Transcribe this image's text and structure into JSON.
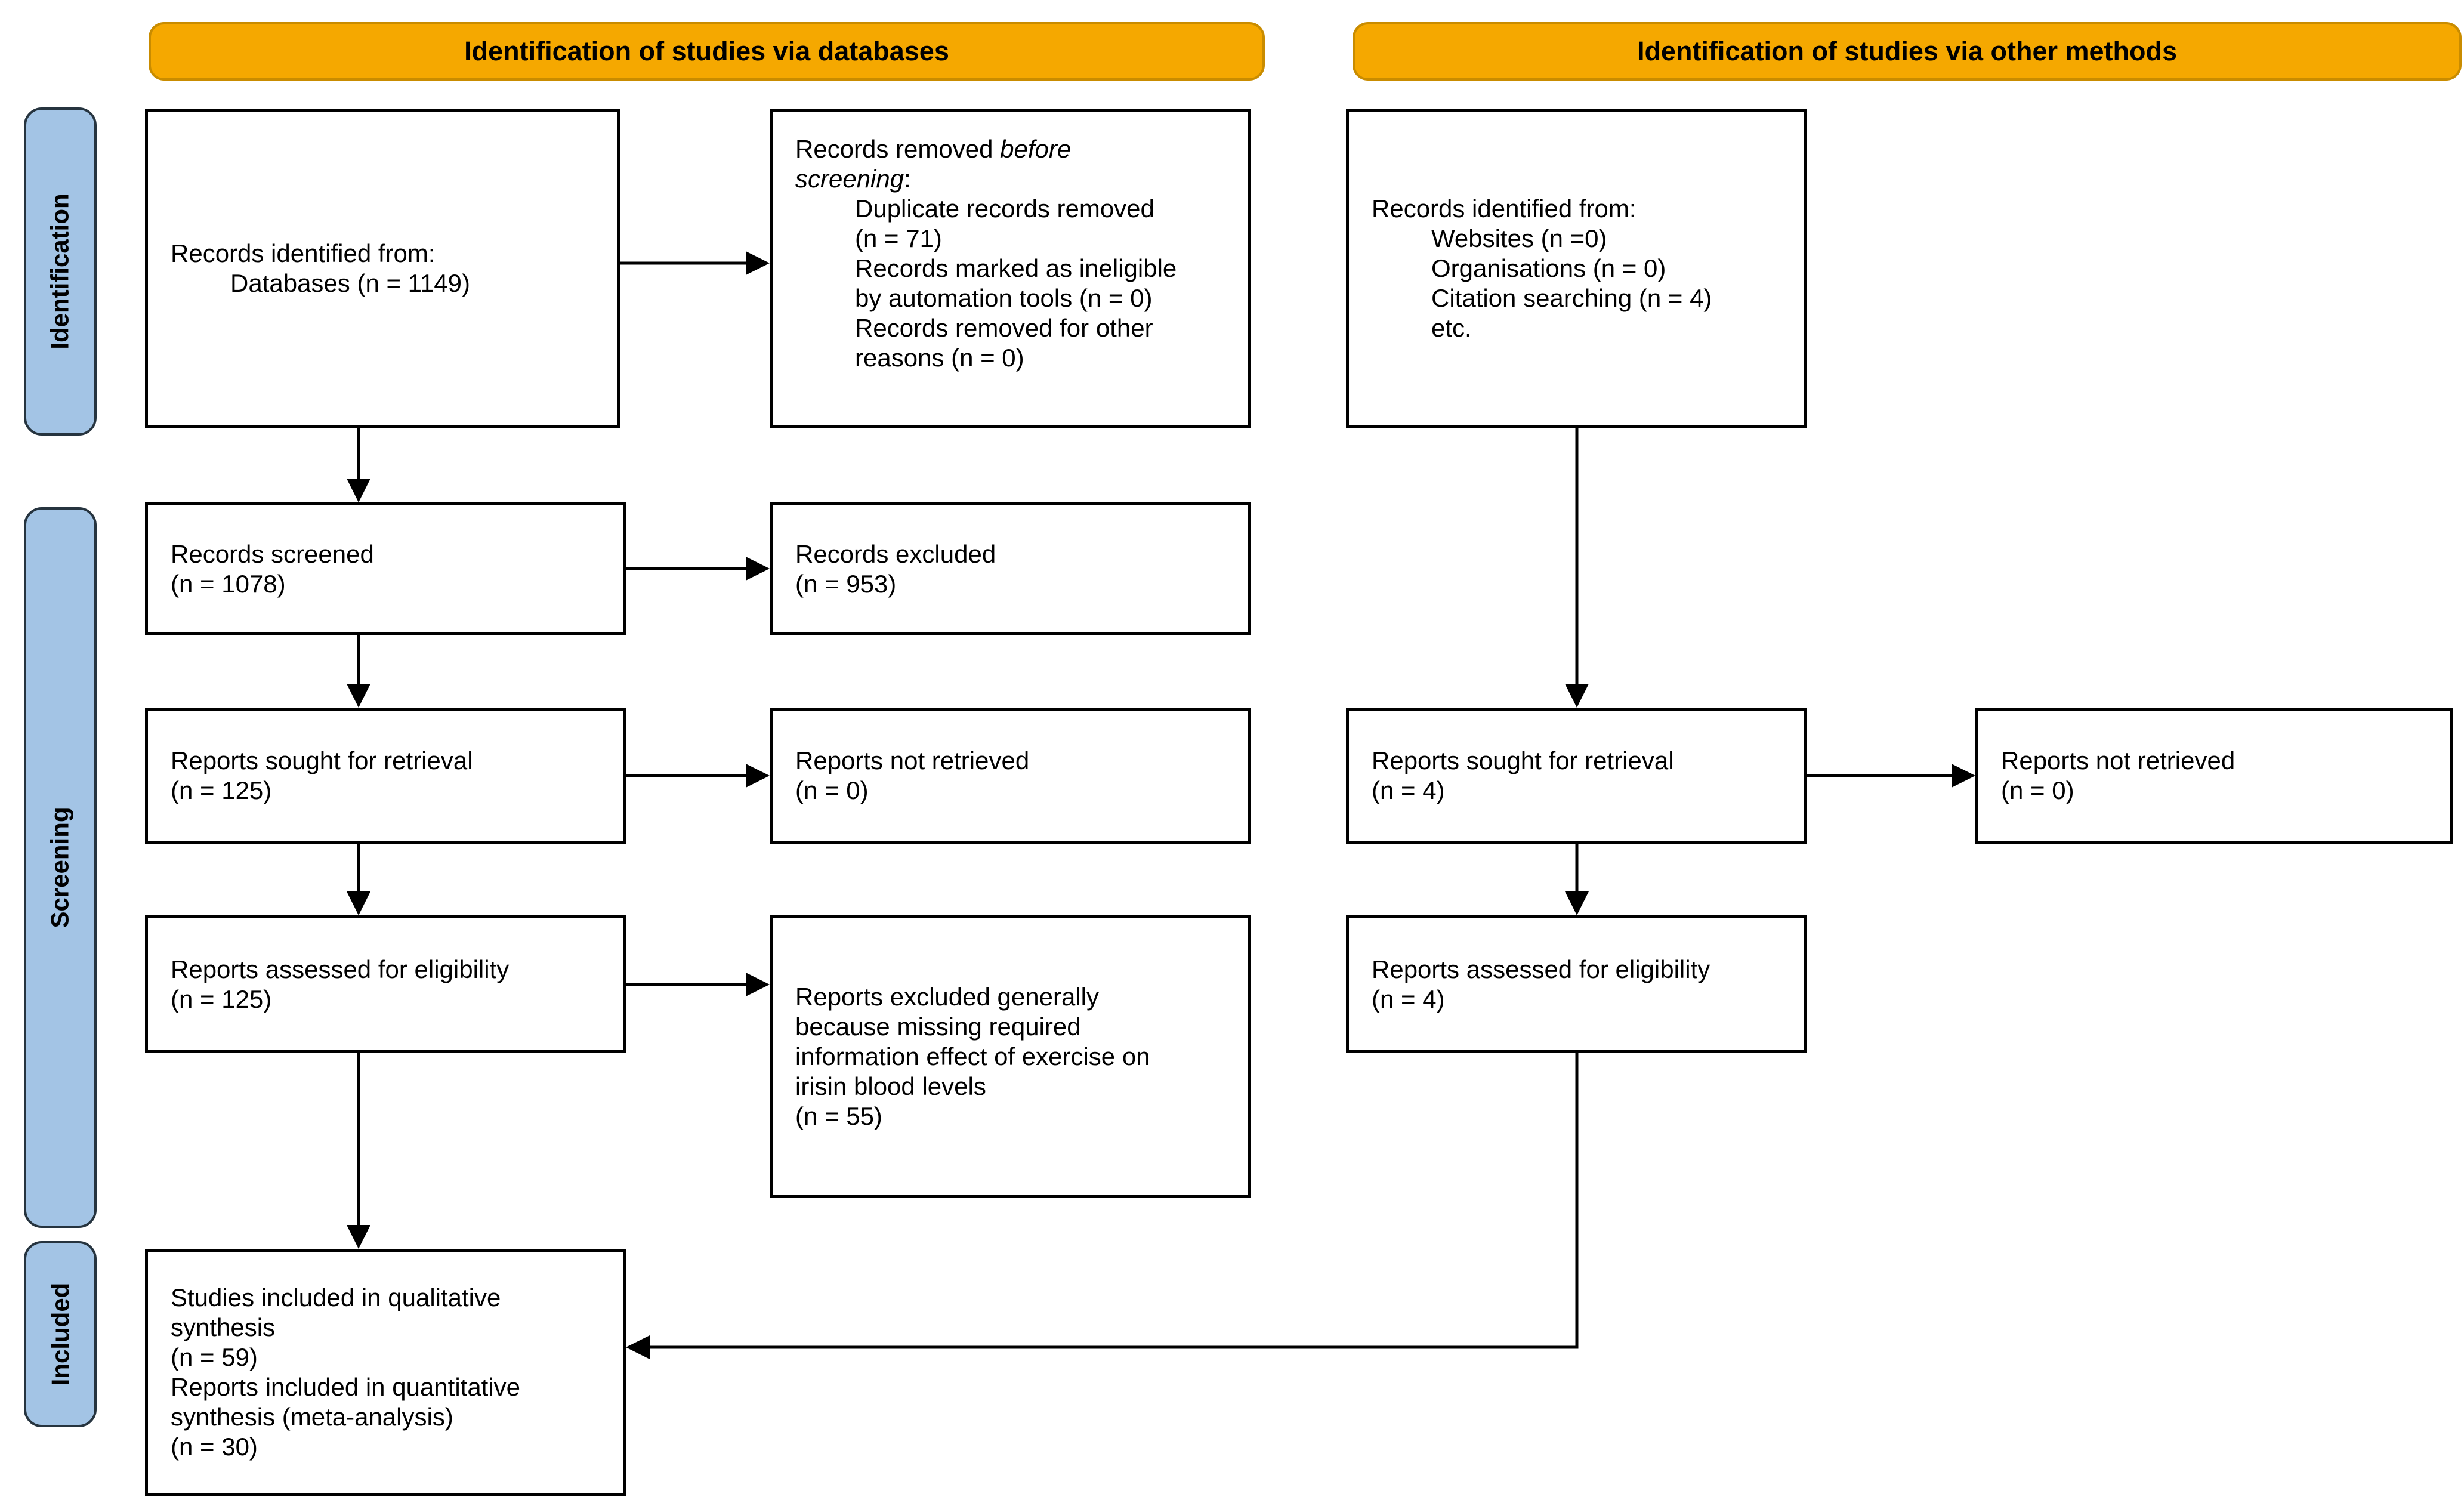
{
  "headers": {
    "databases": "Identification of studies via databases",
    "other_methods": "Identification of studies via other methods"
  },
  "sidebar": {
    "identification": "Identification",
    "screening": "Screening",
    "included": "Included"
  },
  "colors": {
    "header_bg": "#F5A800",
    "header_border": "#C98C00",
    "sidebar_bg": "#A3C4E5",
    "sidebar_border": "#26343F",
    "box_border": "#000000",
    "arrow_color": "#000000",
    "text_color": "#000000",
    "page_bg": "#FFFFFF"
  },
  "boxes": {
    "records_identified_db": {
      "lines": [
        {
          "text": "Records identified from:"
        },
        {
          "text": "Databases (n = 1149)",
          "indent": true
        }
      ]
    },
    "records_removed": {
      "lines": [
        {
          "segments": [
            {
              "text": "Records removed "
            },
            {
              "text": "before",
              "italic": true
            }
          ]
        },
        {
          "segments": [
            {
              "text": "screening",
              "italic": true
            },
            {
              "text": ":"
            }
          ]
        },
        {
          "text": "Duplicate records removed",
          "indent": true
        },
        {
          "text": "(n = 71)",
          "indent": true
        },
        {
          "text": "Records marked as ineligible",
          "indent": true
        },
        {
          "text": "by automation tools (n = 0)",
          "indent": true
        },
        {
          "text": "Records removed for other",
          "indent": true
        },
        {
          "text": "reasons (n = 0)",
          "indent": true
        }
      ]
    },
    "records_identified_other": {
      "lines": [
        {
          "text": "Records identified from:"
        },
        {
          "text": "Websites (n =0)",
          "indent": true
        },
        {
          "text": "Organisations (n = 0)",
          "indent": true
        },
        {
          "text": "Citation searching (n = 4)",
          "indent": true
        },
        {
          "text": "etc.",
          "indent": true
        }
      ]
    },
    "records_screened": {
      "lines": [
        {
          "text": "Records screened"
        },
        {
          "text": "(n = 1078)"
        }
      ]
    },
    "records_excluded": {
      "lines": [
        {
          "text": "Records excluded"
        },
        {
          "text": "(n = 953)"
        }
      ]
    },
    "reports_sought_db": {
      "lines": [
        {
          "text": "Reports sought for retrieval"
        },
        {
          "text": "(n = 125)"
        }
      ]
    },
    "reports_not_retrieved_db": {
      "lines": [
        {
          "text": "Reports not retrieved"
        },
        {
          "text": "(n = 0)"
        }
      ]
    },
    "reports_sought_other": {
      "lines": [
        {
          "text": "Reports sought for retrieval"
        },
        {
          "text": "(n = 4)"
        }
      ]
    },
    "reports_not_retrieved_other": {
      "lines": [
        {
          "text": "Reports not retrieved"
        },
        {
          "text": "(n = 0)"
        }
      ]
    },
    "reports_assessed_db": {
      "lines": [
        {
          "text": "Reports assessed for eligibility"
        },
        {
          "text": "(n = 125)"
        }
      ]
    },
    "reports_excluded_reason": {
      "lines": [
        {
          "text": "Reports excluded generally"
        },
        {
          "text": "because missing required"
        },
        {
          "text": "information effect of exercise on"
        },
        {
          "text": "irisin blood levels"
        },
        {
          "text": "(n = 55)"
        }
      ]
    },
    "reports_assessed_other": {
      "lines": [
        {
          "text": "Reports assessed for eligibility"
        },
        {
          "text": "(n = 4)"
        }
      ]
    },
    "studies_included": {
      "lines": [
        {
          "text": "Studies included in qualitative"
        },
        {
          "text": "synthesis"
        },
        {
          "text": "(n = 59)"
        },
        {
          "text": "Reports included in quantitative"
        },
        {
          "text": "synthesis (meta-analysis)"
        },
        {
          "text": "(n = 30)"
        }
      ]
    }
  }
}
